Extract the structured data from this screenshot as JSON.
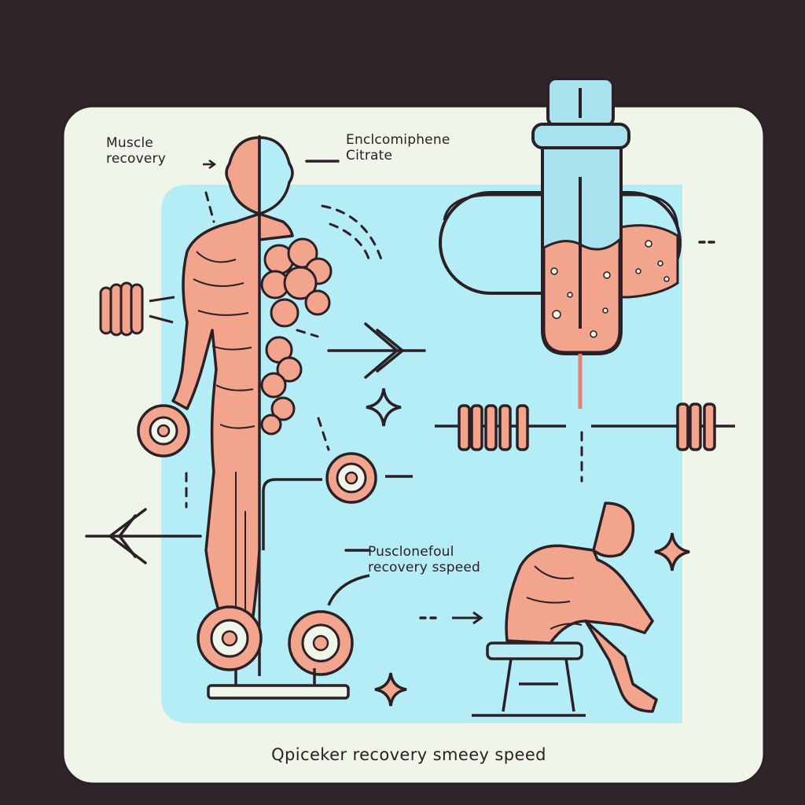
{
  "colors": {
    "background": "#2f2429",
    "panel": "#eff5e8",
    "blue_zone": "#b4edf5",
    "muscle": "#f2a48d",
    "muscle_dark": "#e8826e",
    "outline": "#2a2026",
    "bottle": "#a8e2ee",
    "bench": "#b8ecf2"
  },
  "labels": {
    "muscle_recovery": [
      "Muscle",
      "recovery"
    ],
    "enclomiphene": [
      "Enclcomiphene",
      "Citrate"
    ],
    "powerful": [
      "Pusclonefoul",
      "recovery sspeed"
    ],
    "caption": "Qpiceker recovery smeey speed"
  },
  "icons": [
    "muscle-fiber-icon",
    "arrow-right-icon",
    "arrow-left-icon",
    "sparkle-icon",
    "dumbbell-icon",
    "weight-plate-icon",
    "pill-icon",
    "vial-icon"
  ]
}
